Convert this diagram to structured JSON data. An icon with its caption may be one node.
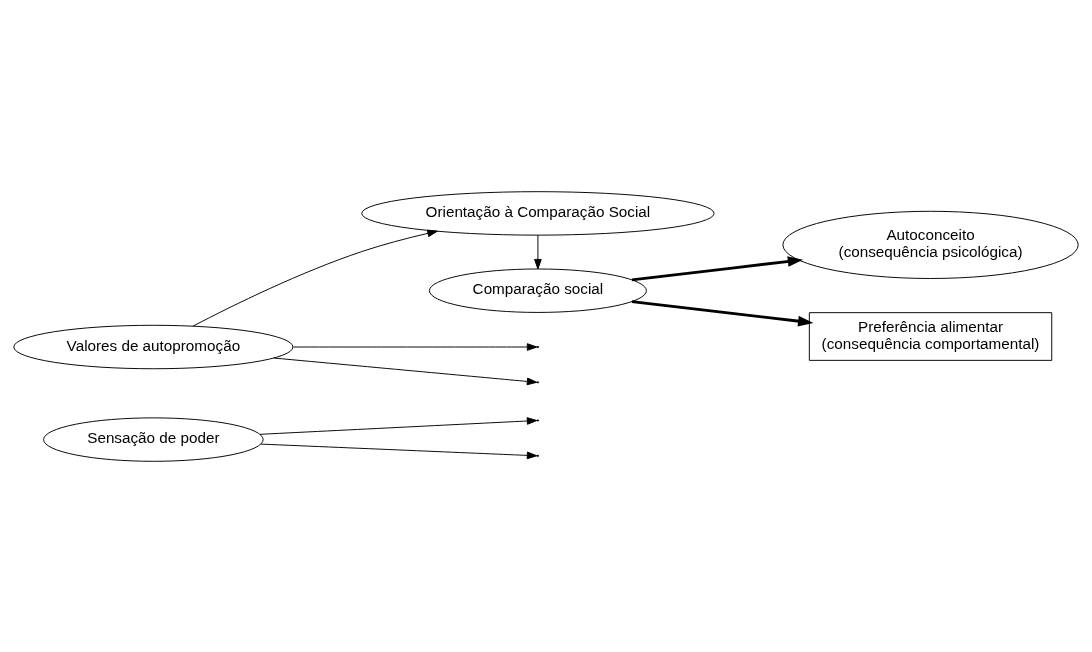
{
  "diagram": {
    "nodes": [
      {
        "text": [
          "Sensação de poder"
        ]
      },
      {
        "text": [
          "Autoconceito",
          "(consequência psicológica)"
        ]
      },
      {
        "text": [
          "Comparação social"
        ]
      },
      {
        "text": [
          "Preferência alimentar",
          "(consequência comportamental)"
        ]
      },
      {
        "text": [
          "Orientação à Comparação Social"
        ]
      },
      {
        "text": [
          "Valores de autopromoção"
        ]
      }
    ],
    "edges": [
      {
        "from": 2,
        "to": 1,
        "arrow": "to",
        "style": "thick"
      },
      {
        "from": 2,
        "to": 3,
        "arrow": "to",
        "style": "thick"
      },
      {
        "from": 0,
        "to": null,
        "arrow": "to"
      },
      {
        "from": 0,
        "to": null,
        "arrow": "to"
      },
      {
        "from": 5,
        "to": null,
        "arrow": "to"
      },
      {
        "from": 5,
        "to": null,
        "arrow": "to"
      },
      {
        "from": 4,
        "to": 2,
        "arrow": "to"
      },
      {
        "from": 5,
        "to": 4,
        "arrow": "to"
      }
    ]
  }
}
